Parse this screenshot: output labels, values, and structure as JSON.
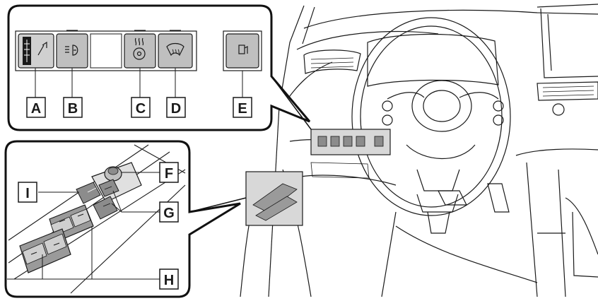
{
  "labels": {
    "A": "A",
    "B": "B",
    "C": "C",
    "D": "D",
    "E": "E",
    "F": "F",
    "G": "G",
    "H": "H",
    "I": "I"
  },
  "icons": {
    "A": "instrument-brightness-dial-icon",
    "B": "headlight-leveling-icon",
    "C": "steering-heater-icon",
    "D": "windshield-deicer-icon",
    "E": "fuel-door-opener-icon",
    "F": "mirror-adjust-knob-icon",
    "G": "window-lock-switch-icon",
    "H": "power-window-switch-icon",
    "I": "mirror-fold-switch-icon"
  },
  "colors": {
    "line": "#1a1a1a",
    "button_fill": "#bfbfbf",
    "button_dark": "#8c8c8c",
    "panel_border": "#111111",
    "background": "#ffffff"
  }
}
